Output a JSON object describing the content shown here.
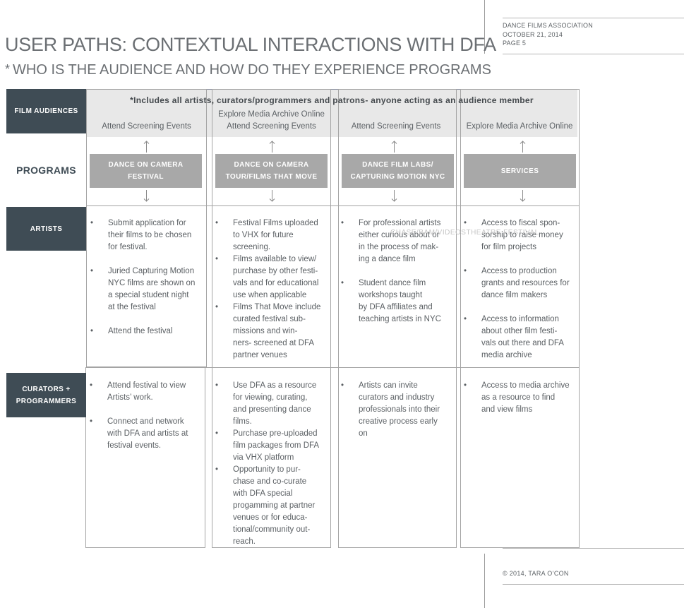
{
  "meta": {
    "org": "DANCE FILMS ASSOCIATION",
    "date": "OCTOBER 21, 2014",
    "page": "PAGE 5"
  },
  "title": "USER PATHS: CONTEXTUAL INTERACTIONS WITH DFA",
  "subtitle_star": "*",
  "subtitle": "WHO IS THE AUDIENCE AND HOW DO THEY EXPERIENCE PROGRAMS",
  "rows": {
    "film_audiences": "FILM AUDIENCES",
    "programs": "PROGRAMS",
    "artists": "ARTISTS",
    "curators_line1": "CURATORS +",
    "curators_line2": "PROGRAMMERS"
  },
  "audience_note": "*Includes all artists, curators/programmers and patrons- anyone acting as an audience member",
  "columns": [
    {
      "audience": [
        "Attend Screening Events"
      ],
      "program": [
        "DANCE ON CAMERA",
        "FESTIVAL"
      ],
      "artists": [
        [
          "Submit application for",
          "their films to be chosen",
          "for festival."
        ],
        [
          "Juried Capturing Motion",
          "NYC films are shown on",
          "a special student night",
          "at the festival"
        ],
        [
          "Attend the festival"
        ]
      ],
      "curators": [
        [
          "Attend festival to view",
          "Artists’ work."
        ],
        [
          "Connect and network",
          "with DFA and artists at",
          "festival events."
        ]
      ]
    },
    {
      "audience": [
        "Explore Media Archive Online",
        "Attend Screening Events"
      ],
      "program": [
        "DANCE ON CAMERA",
        "TOUR/FILMS THAT MOVE"
      ],
      "artists": [
        [
          "Festival Films uploaded",
          "to VHX for future",
          "screening."
        ],
        [
          "Films  available to view/",
          "purchase by other festi-",
          "vals and for educational",
          "use when applicable"
        ],
        [
          "Films That Move include",
          "curated festival sub-",
          "missions and win-",
          "ners- screened at DFA",
          "partner venues"
        ]
      ],
      "curators": [
        [
          "Use DFA as a resource",
          "for viewing, curating,",
          "and presenting dance",
          "films."
        ],
        [
          "Purchase pre-uploaded",
          "film packages from DFA",
          "via VHX platform"
        ],
        [
          "Opportunity to pur-",
          "chase and co-curate",
          "with DFA special",
          "progamming at partner",
          "venues or for educa-",
          "tional/community out-",
          "reach."
        ]
      ]
    },
    {
      "audience": [
        "Attend Screening Events"
      ],
      "program": [
        "DANCE FILM LABS/",
        "CAPTURING MOTION NYC"
      ],
      "artists": [
        [
          "For professional artists",
          "either curious about or",
          "in the process of mak-",
          "ing a dance film"
        ],
        [
          "Student dance film",
          "workshops taught",
          "by DFA affiliates and",
          "teaching artists in NYC"
        ]
      ],
      "curators": [
        [
          "Artists can invite",
          "curators and industry",
          "professionals into their",
          "creative process early",
          "on"
        ]
      ]
    },
    {
      "audience": [
        "Explore Media Archive Online"
      ],
      "program": [
        "SERVICES"
      ],
      "artists": [
        [
          "Access to fiscal spon-",
          "sorship to raise money",
          "for film projects"
        ],
        [
          " Access to production",
          "grants and resources for",
          "dance film makers"
        ],
        [
          "Access to information",
          "about other film festi-",
          "vals out there and DFA",
          "media archive"
        ]
      ],
      "curators": [
        [
          "Access to media archive",
          "as a resource to find",
          "and view films"
        ]
      ]
    }
  ],
  "watermark": "CHASE/BAM/VIDEOSTHEATRE FESTIVAL",
  "footer": "© 2014, TARA O’CON",
  "colors": {
    "dark_label": "#3f4c55",
    "program_box": "#a8a8a8",
    "band": "#e8e8e8"
  }
}
